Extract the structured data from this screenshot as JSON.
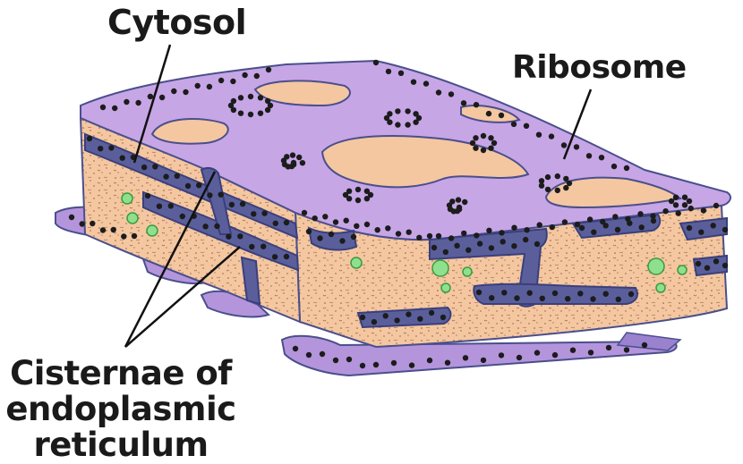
{
  "labels": {
    "cytosol": "Cytosol",
    "ribosome": "Ribosome",
    "cisternae": [
      "Cisternae of",
      "endoplasmic",
      "reticulum"
    ]
  },
  "colors": {
    "membrane_face": "#c7a6e6",
    "membrane_side": "#8e7cc8",
    "membrane_dark": "#4a4f8c",
    "lumen": "#f4c7a1",
    "ribosome": "#1c1c1c",
    "vesicle": "#8ee08e",
    "vesicle_stroke": "#3c9a3c",
    "leader_line": "#111111"
  }
}
